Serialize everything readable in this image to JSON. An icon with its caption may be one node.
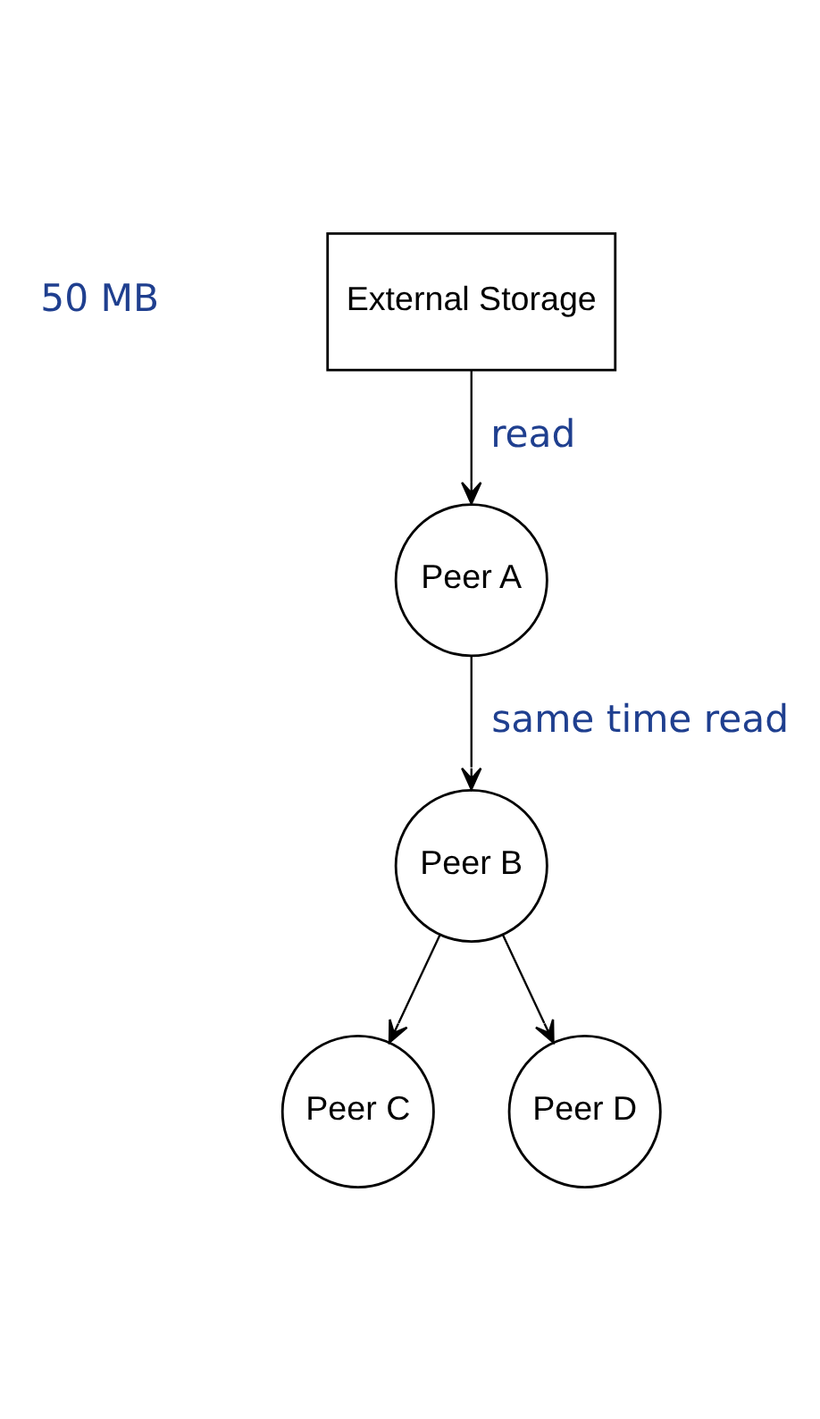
{
  "diagram": {
    "nodes": [
      {
        "text": [
          "External Storage"
        ]
      },
      {
        "text": [
          "Peer A"
        ]
      },
      {
        "text": [
          "Peer B"
        ]
      },
      {
        "text": [
          "Peer C"
        ]
      },
      {
        "text": [
          "Peer D"
        ]
      }
    ],
    "edges": [
      {
        "from": 0,
        "to": 1,
        "arrow": "to",
        "label": "read"
      },
      {
        "from": 1,
        "to": 2,
        "arrow": "to",
        "label": "same time read"
      },
      {
        "from": 2,
        "to": 3,
        "arrow": "to"
      },
      {
        "from": 2,
        "to": 4,
        "arrow": "to"
      }
    ],
    "labels": [
      "50 MB"
    ]
  }
}
